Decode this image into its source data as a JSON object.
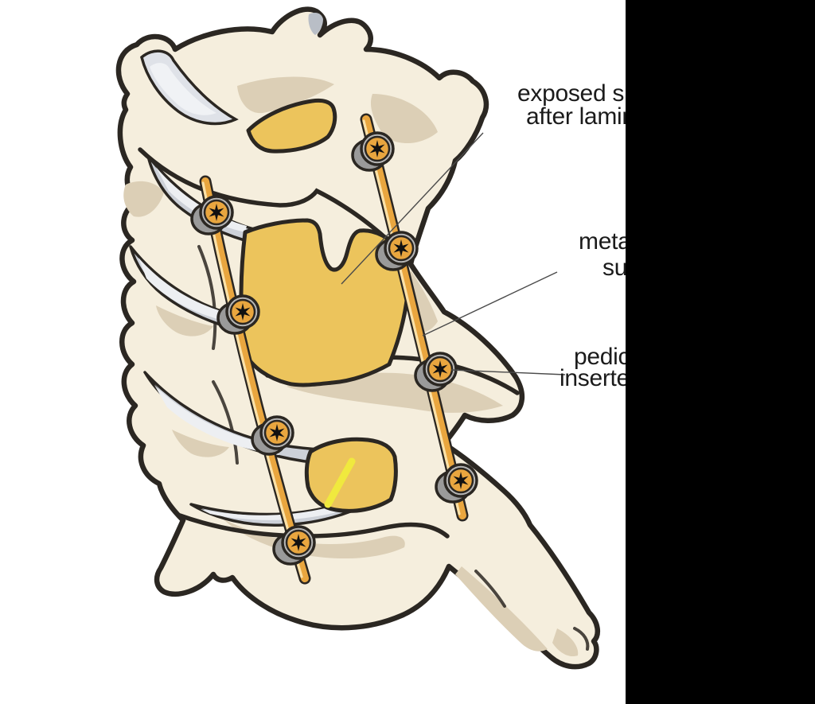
{
  "scene": {
    "background": "#ffffff",
    "panel_color": "#000000"
  },
  "labels": {
    "exposed_cord": {
      "line1": "exposed sp",
      "line2": "after lamin"
    },
    "metal_rod": {
      "line1": "meta",
      "line2": "su"
    },
    "pedicle_screw": {
      "line1": "pedic",
      "line2": "inserte"
    }
  },
  "palette": {
    "outline": "#2b2722",
    "bone": "#f5eedd",
    "bone_shadow": "#dccfb6",
    "exposed_cord_yellow": "#ecc45c",
    "cord_highlight_yellow": "#f0e93e",
    "disc_gray": "#cdd1d8",
    "disc_light": "#edeff2",
    "rod_orange": "#e9a63f",
    "rod_highlight": "#fbe4ae",
    "screw_gray": "#9a9a9a",
    "screw_rim": "#b6b6b6",
    "screw_star": "#111111",
    "leader_line": "#4a4a4a",
    "text": "#1b1b1b"
  },
  "illustration": {
    "subject": "spine segment with laminectomy windows and posterior rod-and-screw fixation",
    "vertebra_count": 5,
    "disc_count": 4,
    "rod_count": 2,
    "screw_count": 8,
    "leader_line_count": 3
  }
}
